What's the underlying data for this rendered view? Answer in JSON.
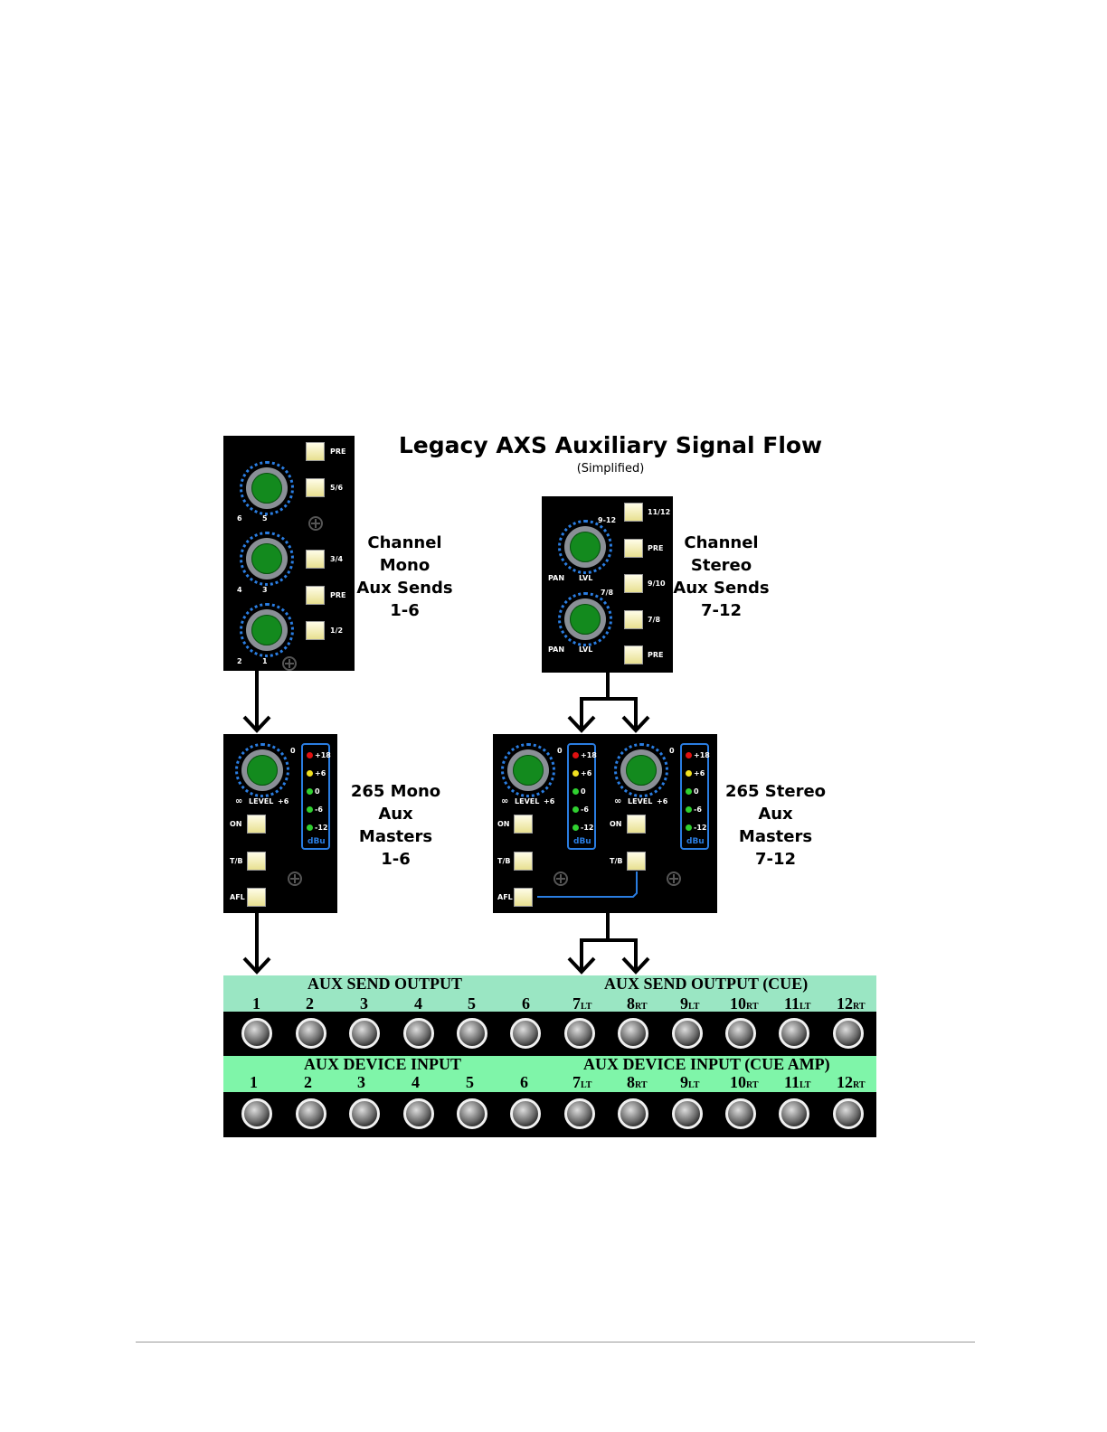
{
  "title": "Legacy AXS Auxiliary Signal Flow",
  "subtitle": "(Simplified)",
  "labels": {
    "mono_sends": [
      "Channel",
      "Mono",
      "Aux Sends",
      "1-6"
    ],
    "stereo_sends": [
      "Channel",
      "Stereo",
      "Aux Sends",
      "7-12"
    ],
    "mono_masters": [
      "265 Mono",
      "Aux Masters",
      "1-6"
    ],
    "stereo_masters": [
      "265 Stereo",
      "Aux Masters",
      "7-12"
    ]
  },
  "mono_strip": {
    "buttons": [
      "PRE",
      "5/6",
      "3/4",
      "PRE",
      "1/2"
    ],
    "knob_labels": [
      "6",
      "5",
      "4",
      "3",
      "2",
      "1"
    ]
  },
  "stereo_strip": {
    "buttons": [
      "11/12",
      "PRE",
      "9/10",
      "7/8",
      "PRE"
    ],
    "knob_titles": [
      "9-12",
      "7/8"
    ],
    "pan": "PAN",
    "lvl": "LVL"
  },
  "master_module": {
    "level": "LEVEL",
    "inf": "∞",
    "plus6": "+6",
    "zero": "0",
    "buttons": [
      "ON",
      "T/B",
      "AFL"
    ],
    "meter": [
      "+18",
      "+6",
      "0",
      "-6",
      "-12"
    ],
    "meter_unit": "dBu"
  },
  "patchbay": {
    "row1_left": "AUX SEND OUTPUT",
    "row1_right": "AUX SEND OUTPUT (CUE)",
    "row2_left": "AUX DEVICE INPUT",
    "row2_right": "AUX DEVICE INPUT (CUE AMP)",
    "numbers": [
      {
        "n": "1",
        "s": ""
      },
      {
        "n": "2",
        "s": ""
      },
      {
        "n": "3",
        "s": ""
      },
      {
        "n": "4",
        "s": ""
      },
      {
        "n": "5",
        "s": ""
      },
      {
        "n": "6",
        "s": ""
      },
      {
        "n": "7",
        "s": "LT"
      },
      {
        "n": "8",
        "s": "RT"
      },
      {
        "n": "9",
        "s": "LT"
      },
      {
        "n": "10",
        "s": "RT"
      },
      {
        "n": "11",
        "s": "LT"
      },
      {
        "n": "12",
        "s": "RT"
      }
    ],
    "colors": {
      "row1": "#9ae6c3",
      "row2": "#7ff5a9"
    }
  }
}
